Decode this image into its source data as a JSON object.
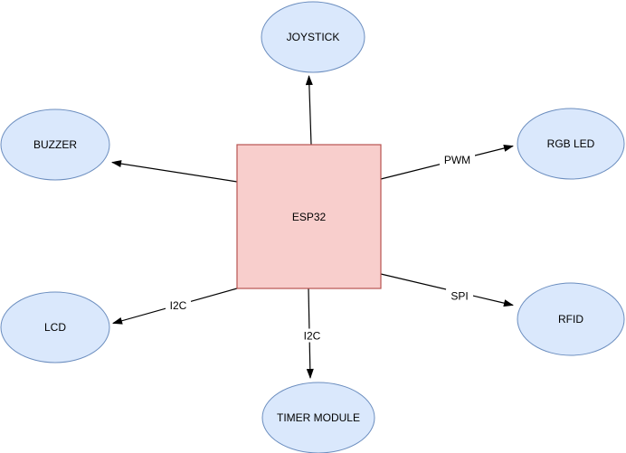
{
  "diagram": {
    "type": "hub-and-spoke",
    "colors": {
      "canvas_bg": "#ffffff",
      "hub_fill": "#f8cecc",
      "hub_stroke": "#b85450",
      "node_fill": "#dae8fc",
      "node_stroke": "#6c8ebf",
      "edge": "#000000",
      "text": "#000000"
    },
    "hub": {
      "label": "ESP32"
    },
    "nodes": [
      {
        "id": "joystick",
        "label": "JOYSTICK"
      },
      {
        "id": "buzzer",
        "label": "BUZZER"
      },
      {
        "id": "rgb-led",
        "label": "RGB LED"
      },
      {
        "id": "rfid",
        "label": "RFID"
      },
      {
        "id": "lcd",
        "label": "LCD"
      },
      {
        "id": "timer-module",
        "label": "TIMER MODULE"
      }
    ],
    "edges": [
      {
        "from": "ESP32",
        "to": "JOYSTICK",
        "label": ""
      },
      {
        "from": "ESP32",
        "to": "BUZZER",
        "label": ""
      },
      {
        "from": "ESP32",
        "to": "RGB LED",
        "label": "PWM"
      },
      {
        "from": "ESP32",
        "to": "RFID",
        "label": "SPI"
      },
      {
        "from": "ESP32",
        "to": "LCD",
        "label": "I2C"
      },
      {
        "from": "ESP32",
        "to": "TIMER MODULE",
        "label": "I2C"
      }
    ]
  }
}
